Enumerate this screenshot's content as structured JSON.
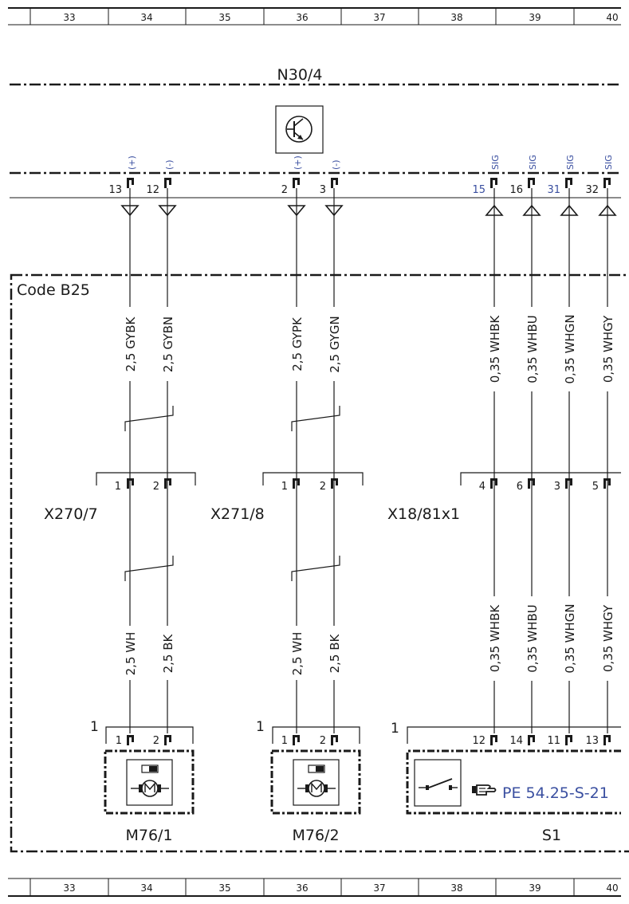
{
  "ruler_top": [
    "33",
    "34",
    "35",
    "36",
    "37",
    "38",
    "39",
    "40"
  ],
  "ruler_bottom": [
    "33",
    "34",
    "35",
    "36",
    "37",
    "38",
    "39",
    "40"
  ],
  "module": {
    "name": "N30/4"
  },
  "zone_label": "Code B25",
  "pins_top": [
    {
      "num": "13",
      "sig": "(+)"
    },
    {
      "num": "12",
      "sig": "(-)"
    },
    {
      "num": "2",
      "sig": "(+)"
    },
    {
      "num": "3",
      "sig": "(-)"
    },
    {
      "num": "15",
      "sig": "SIG"
    },
    {
      "num": "16",
      "sig": "SIG"
    },
    {
      "num": "31",
      "sig": "SIG"
    },
    {
      "num": "32",
      "sig": "SIG"
    }
  ],
  "wires_upper": [
    "2,5 GYBK",
    "2,5 GYBN",
    "2,5 GYPK",
    "2,5 GYGN",
    "0,35 WHBK",
    "0,35 WHBU",
    "0,35 WHGN",
    "0,35 WHGY"
  ],
  "wires_lower": [
    "2,5 WH",
    "2,5 BK",
    "2,5 WH",
    "2,5 BK",
    "0,35 WHBK",
    "0,35 WHBU",
    "0,35 WHGN",
    "0,35 WHGY"
  ],
  "connectors": [
    {
      "name": "X270/7",
      "pins": [
        "1",
        "2"
      ]
    },
    {
      "name": "X271/8",
      "pins": [
        "1",
        "2"
      ]
    },
    {
      "name": "X18/81x1",
      "pins": [
        "4",
        "6",
        "3",
        "5"
      ]
    }
  ],
  "components": [
    {
      "name": "M76/1",
      "marker": "1",
      "pins": [
        "1",
        "2"
      ]
    },
    {
      "name": "M76/2",
      "marker": "1",
      "pins": [
        "1",
        "2"
      ]
    },
    {
      "name": "S1",
      "marker": "1",
      "pins": [
        "12",
        "14",
        "11",
        "13"
      ]
    }
  ],
  "reference": "PE 54.25-S-21",
  "colors": {
    "line": "#1a1a1a",
    "link": "#3a4fa0"
  }
}
